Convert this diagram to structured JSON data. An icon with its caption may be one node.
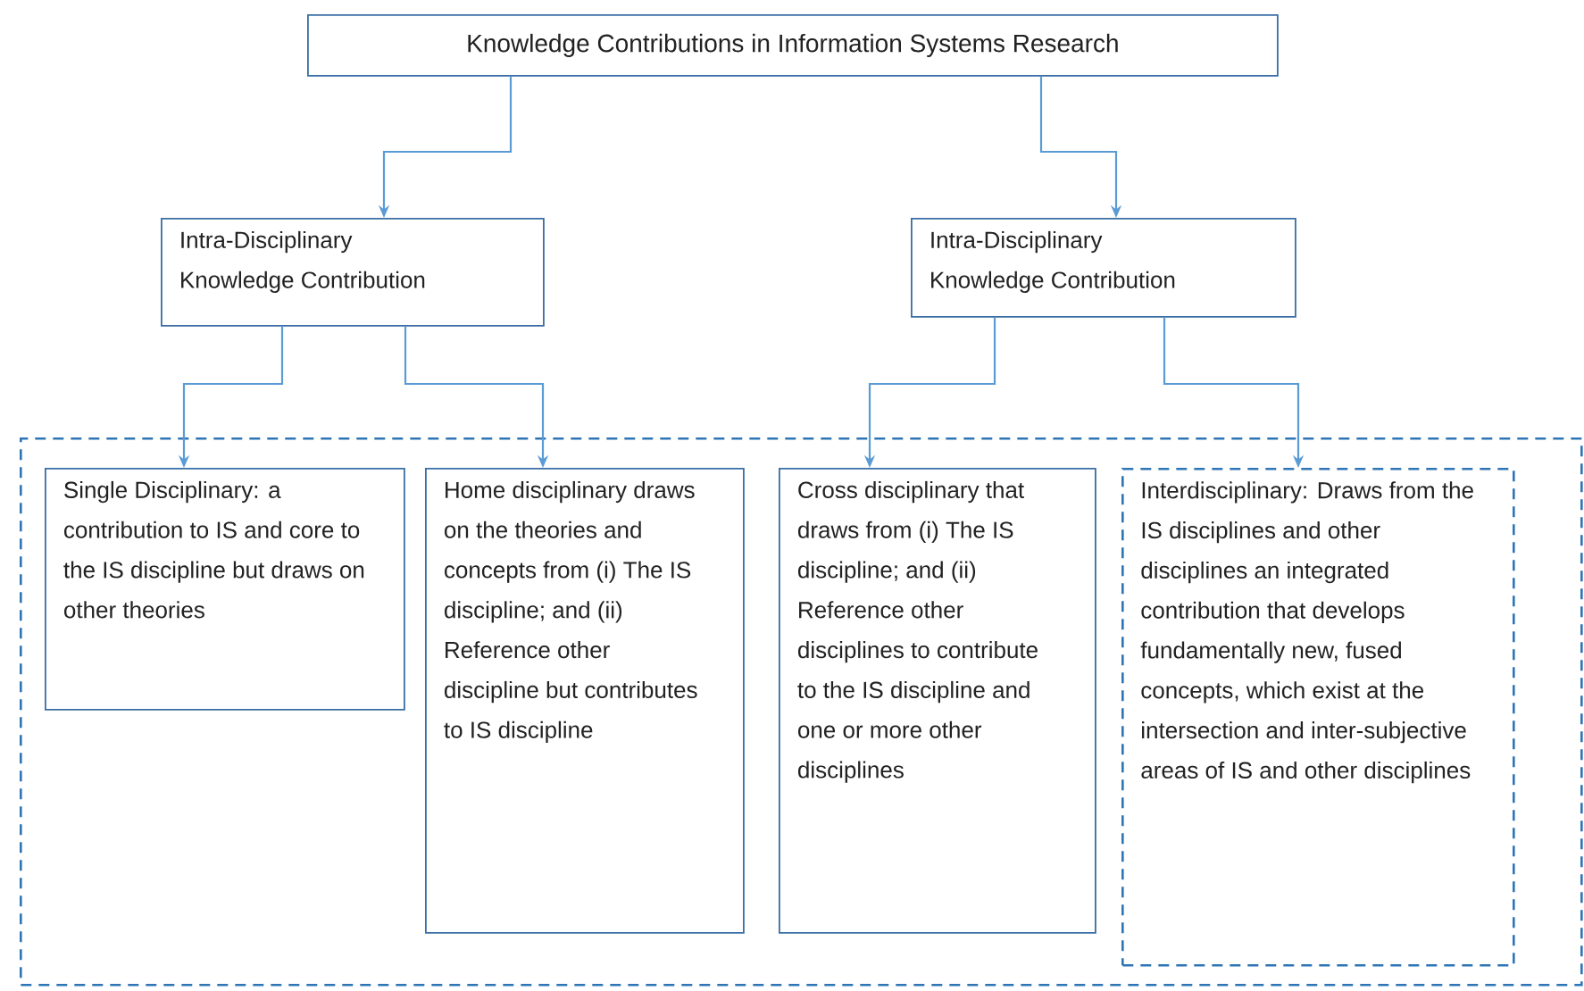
{
  "diagram": {
    "nodes": [
      {
        "text": [
          "Knowledge Contributions in Information Systems Research"
        ]
      },
      {
        "text": [
          "Intra-Disciplinary Knowledge Contribution"
        ]
      },
      {
        "text": [
          "Intra-Disciplinary Knowledge Contribution"
        ]
      },
      {
        "text": [],
        "shape": "box"
      },
      {
        "text": [
          "Single Disciplinary: a contribution to IS and core to the IS discipline but draws on other theories"
        ],
        "in": 3
      },
      {
        "text": [
          "Home disciplinary draws on the theories and concepts from (i) The IS discipline; and (ii) Reference other discipline but contributes to IS discipline"
        ],
        "in": 3
      },
      {
        "text": [
          "Cross disciplinary that draws from (i) The IS discipline; and (ii) Reference other disciplines to contribute to the IS discipline and one or more other disciplines"
        ],
        "in": 3
      },
      {
        "text": [
          "Interdisciplinary: Draws from the IS disciplines and other disciplines an integrated contribution that develops fundamentally new, fused concepts, which exist at the intersection and inter-subjective areas of IS and other disciplines"
        ],
        "in": 3
      }
    ],
    "edges": [
      {
        "from": 0,
        "to": 1,
        "arrow": "to"
      },
      {
        "from": 0,
        "to": 2,
        "arrow": "to"
      },
      {
        "from": 1,
        "to": 4,
        "arrow": "to"
      },
      {
        "from": 1,
        "to": 5,
        "arrow": "to"
      },
      {
        "from": 2,
        "to": 6,
        "arrow": "to"
      },
      {
        "from": 2,
        "to": 7,
        "arrow": "to"
      }
    ]
  }
}
